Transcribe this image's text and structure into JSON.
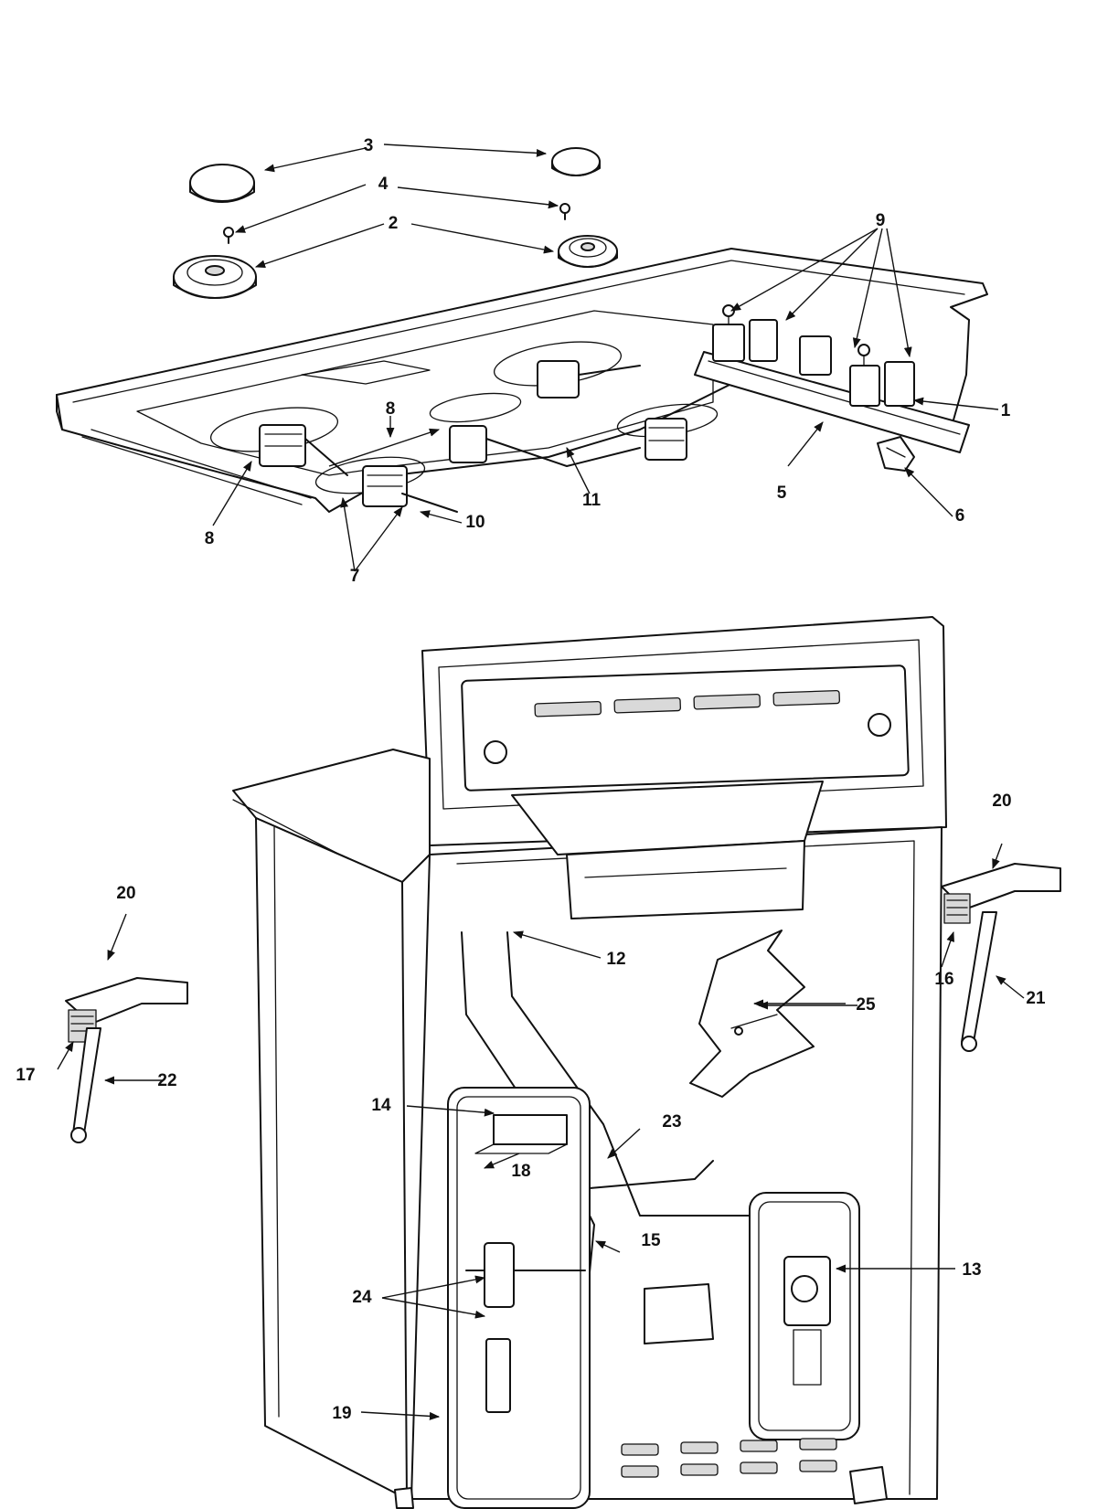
{
  "diagram": {
    "callouts": [
      {
        "id": "1",
        "text": "1"
      },
      {
        "id": "2",
        "text": "2"
      },
      {
        "id": "3",
        "text": "3"
      },
      {
        "id": "4",
        "text": "4"
      },
      {
        "id": "5",
        "text": "5"
      },
      {
        "id": "6",
        "text": "6"
      },
      {
        "id": "7",
        "text": "7"
      },
      {
        "id": "8a",
        "text": "8"
      },
      {
        "id": "8b",
        "text": "8"
      },
      {
        "id": "9",
        "text": "9"
      },
      {
        "id": "10",
        "text": "10"
      },
      {
        "id": "11",
        "text": "11"
      },
      {
        "id": "12",
        "text": "12"
      },
      {
        "id": "13",
        "text": "13"
      },
      {
        "id": "14",
        "text": "14"
      },
      {
        "id": "15",
        "text": "15"
      },
      {
        "id": "16",
        "text": "16"
      },
      {
        "id": "17",
        "text": "17"
      },
      {
        "id": "18",
        "text": "18"
      },
      {
        "id": "19",
        "text": "19"
      },
      {
        "id": "20a",
        "text": "20"
      },
      {
        "id": "20b",
        "text": "20"
      },
      {
        "id": "21",
        "text": "21"
      },
      {
        "id": "22",
        "text": "22"
      },
      {
        "id": "23",
        "text": "23"
      },
      {
        "id": "24",
        "text": "24"
      },
      {
        "id": "25",
        "text": "25"
      }
    ]
  }
}
